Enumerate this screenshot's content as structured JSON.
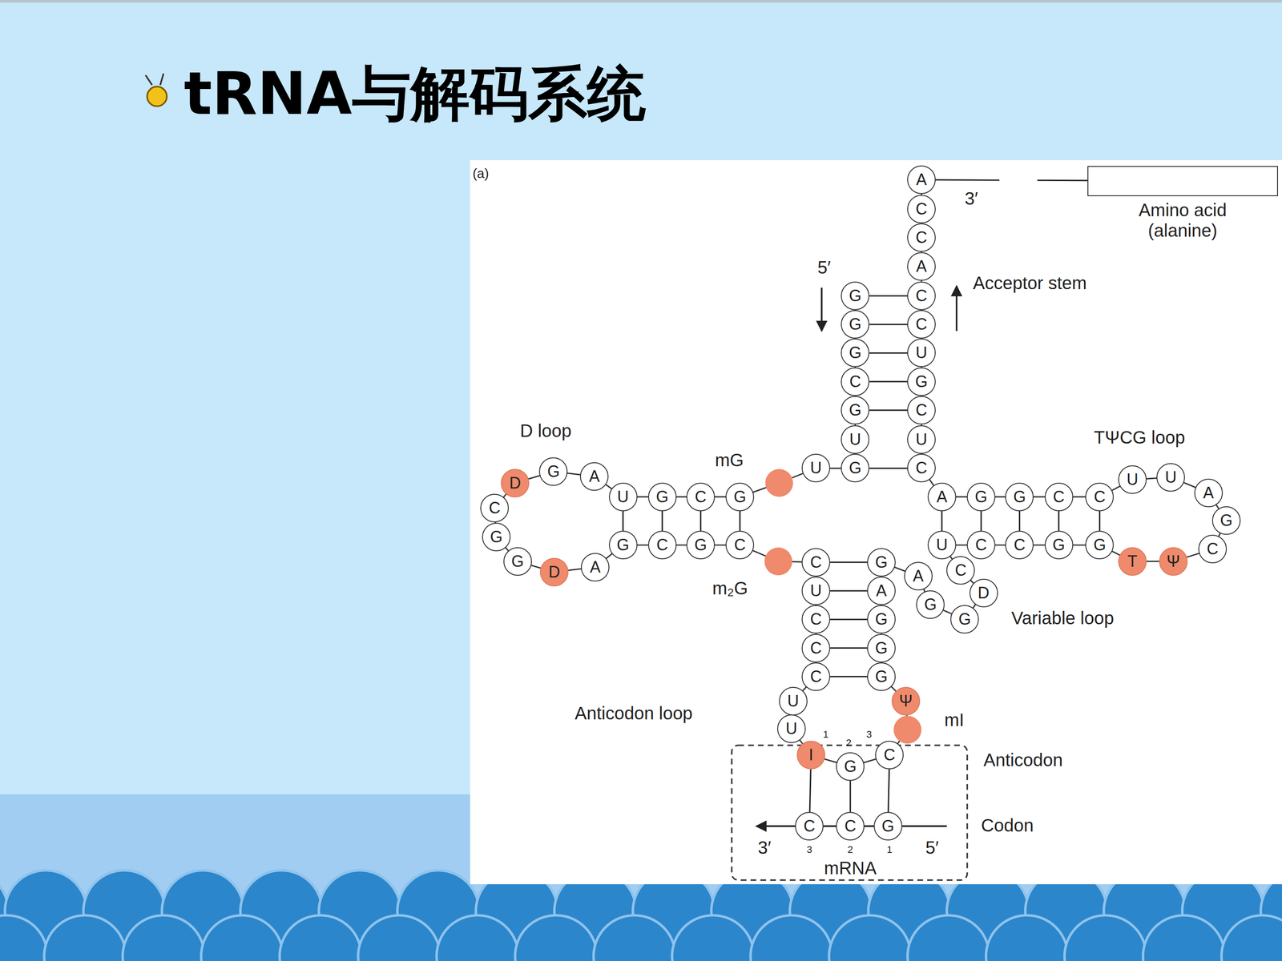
{
  "diagram": {
    "title": "tRNA与解码系统",
    "nodes": [
      {
        "text": [
          "G"
        ]
      },
      {
        "text": [
          "G"
        ]
      },
      {
        "text": [
          "G"
        ]
      },
      {
        "text": [
          "C"
        ]
      },
      {
        "text": [
          "G"
        ]
      },
      {
        "text": [
          "U"
        ]
      },
      {
        "text": [
          "G"
        ]
      },
      {
        "text": [
          "U"
        ]
      },
      {
        "text": [
          "G"
        ]
      },
      {
        "text": [
          "C"
        ]
      },
      {
        "text": [
          "G"
        ]
      },
      {
        "text": [
          "U"
        ]
      },
      {
        "text": [
          "A"
        ]
      },
      {
        "text": [
          "G"
        ]
      },
      {
        "text": [
          "D"
        ]
      },
      {
        "text": [
          "C"
        ]
      },
      {
        "text": [
          "G"
        ]
      },
      {
        "text": [
          "G"
        ]
      },
      {
        "text": [
          "D"
        ]
      },
      {
        "text": [
          "A"
        ]
      },
      {
        "text": [
          "G"
        ]
      },
      {
        "text": [
          "C"
        ]
      },
      {
        "text": [
          "G"
        ]
      },
      {
        "text": [
          "C"
        ]
      },
      {
        "text": [
          "C"
        ]
      },
      {
        "text": [
          "U"
        ]
      },
      {
        "text": [
          "C"
        ]
      },
      {
        "text": [
          "C"
        ]
      },
      {
        "text": [
          "C"
        ]
      },
      {
        "text": [
          "U"
        ]
      },
      {
        "text": [
          "U"
        ]
      },
      {
        "text": [
          "I"
        ]
      },
      {
        "text": [
          "G"
        ]
      },
      {
        "text": [
          "C"
        ]
      },
      {
        "text": [
          "Ψ"
        ]
      },
      {
        "text": [
          "G"
        ]
      },
      {
        "text": [
          "G"
        ]
      },
      {
        "text": [
          "G"
        ]
      },
      {
        "text": [
          "A"
        ]
      },
      {
        "text": [
          "G"
        ]
      },
      {
        "text": [
          "A"
        ]
      },
      {
        "text": [
          "G"
        ]
      },
      {
        "text": [
          "G"
        ]
      },
      {
        "text": [
          "D"
        ]
      },
      {
        "text": [
          "C"
        ]
      },
      {
        "text": [
          "U"
        ]
      },
      {
        "text": [
          "C"
        ]
      },
      {
        "text": [
          "C"
        ]
      },
      {
        "text": [
          "G"
        ]
      },
      {
        "text": [
          "G"
        ]
      },
      {
        "text": [
          "T"
        ]
      },
      {
        "text": [
          "Ψ"
        ]
      },
      {
        "text": [
          "C"
        ]
      },
      {
        "text": [
          "G"
        ]
      },
      {
        "text": [
          "A"
        ]
      },
      {
        "text": [
          "U"
        ]
      },
      {
        "text": [
          "U"
        ]
      },
      {
        "text": [
          "C"
        ]
      },
      {
        "text": [
          "C"
        ]
      },
      {
        "text": [
          "G"
        ]
      },
      {
        "text": [
          "G"
        ]
      },
      {
        "text": [
          "A"
        ]
      },
      {
        "text": [
          "C"
        ]
      },
      {
        "text": [
          "U"
        ]
      },
      {
        "text": [
          "C"
        ]
      },
      {
        "text": [
          "G"
        ]
      },
      {
        "text": [
          "U"
        ]
      },
      {
        "text": [
          "C"
        ]
      },
      {
        "text": [
          "C"
        ]
      },
      {
        "text": [
          "A"
        ]
      },
      {
        "text": [
          "C"
        ]
      },
      {
        "text": [
          "C"
        ]
      },
      {
        "text": [
          "A"
        ]
      },
      {
        "text": [
          "Amino acid (alanine)"
        ]
      },
      {
        "text": [
          "C"
        ]
      },
      {
        "text": [
          "C"
        ]
      },
      {
        "text": [
          "G"
        ]
      }
    ],
    "edges": [
      {
        "from": 0,
        "to": 68,
        "arrow": "none"
      },
      {
        "from": 1,
        "to": 67,
        "arrow": "none"
      },
      {
        "from": 2,
        "to": 66,
        "arrow": "none"
      },
      {
        "from": 3,
        "to": 65,
        "arrow": "none"
      },
      {
        "from": 4,
        "to": 64,
        "arrow": "none"
      },
      {
        "from": 6,
        "to": 62,
        "arrow": "none"
      },
      {
        "from": 8,
        "to": 23,
        "arrow": "none"
      },
      {
        "from": 9,
        "to": 22,
        "arrow": "none"
      },
      {
        "from": 10,
        "to": 21,
        "arrow": "none"
      },
      {
        "from": 11,
        "to": 20,
        "arrow": "none"
      },
      {
        "from": 24,
        "to": 39,
        "arrow": "none"
      },
      {
        "from": 25,
        "to": 38,
        "arrow": "none"
      },
      {
        "from": 26,
        "to": 37,
        "arrow": "none"
      },
      {
        "from": 27,
        "to": 36,
        "arrow": "none"
      },
      {
        "from": 28,
        "to": 35,
        "arrow": "none"
      },
      {
        "from": 61,
        "to": 45,
        "arrow": "none"
      },
      {
        "from": 60,
        "to": 46,
        "arrow": "none"
      },
      {
        "from": 59,
        "to": 47,
        "arrow": "none"
      },
      {
        "from": 58,
        "to": 48,
        "arrow": "none"
      },
      {
        "from": 57,
        "to": 49,
        "arrow": "none"
      },
      {
        "from": 31,
        "to": 74,
        "arrow": "none"
      },
      {
        "from": 32,
        "to": 75,
        "arrow": "none"
      },
      {
        "from": 33,
        "to": 76,
        "arrow": "none"
      },
      {
        "from": 72,
        "to": 73,
        "arrow": "none"
      }
    ],
    "labels": [
      "(a)",
      "3′",
      "5′",
      "Acceptor stem",
      "D loop",
      "mG",
      "TΨCG loop",
      "m₂G",
      "Variable loop",
      "Anticodon loop",
      "mI",
      "1",
      "2",
      "3",
      "Anticodon",
      "Codon",
      "3′",
      "5′",
      "3",
      "2",
      "1",
      "mRNA"
    ]
  }
}
